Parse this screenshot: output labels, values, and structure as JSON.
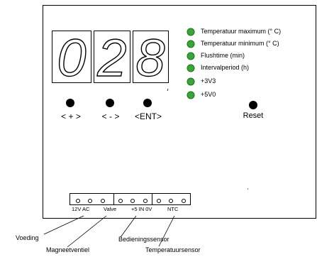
{
  "display": {
    "digits": [
      "0",
      "2",
      "8"
    ]
  },
  "buttons": [
    {
      "label": "< + >"
    },
    {
      "label": "< - >"
    },
    {
      "label": "<ENT>"
    }
  ],
  "reset": {
    "label": "Reset"
  },
  "leds": [
    {
      "label": "Temperatuur maximum (° C)"
    },
    {
      "label": "Temperatuur minimum (° C)"
    },
    {
      "label": "Flushtime (min)"
    },
    {
      "label": "Intervalperiod (h)"
    },
    {
      "label": "+3V3"
    },
    {
      "label": "+5V0"
    }
  ],
  "terminal": {
    "pin_labels": [
      "12V AC",
      "Valve",
      "+5 IN 0V",
      "NTC"
    ]
  },
  "callouts": [
    "Voeding",
    "Magneetventiel",
    "Bedieningssensor",
    "Temperatuursensor"
  ],
  "colors": {
    "led_fill": "#3aa63a",
    "led_stroke": "#1d6e1d",
    "outline": "#000000"
  }
}
